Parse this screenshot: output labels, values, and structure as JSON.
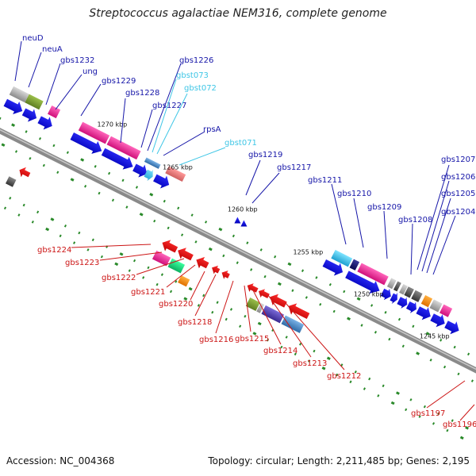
{
  "title": "Streptococcus agalactiae NEM316, complete genome",
  "footer": {
    "accession": "Accession: NC_004368",
    "summary": "Topology: circular; Length: 2,211,485 bp; Genes: 2,195"
  },
  "colors": {
    "forward_label": "#1515a8",
    "rna_label": "#3ec6e6",
    "reverse_label": "#cc1515",
    "backbone": "#8a8a8a",
    "tick": "#2a8a2a"
  },
  "scale_labels": [
    "1270 kbp",
    "1265 kbp",
    "1260 kbp",
    "1255 kbp",
    "1250 kbp",
    "1245 kbp"
  ],
  "forward_genes": [
    {
      "label": "neuD",
      "color": "navy"
    },
    {
      "label": "neuA",
      "color": "navy"
    },
    {
      "label": "gbs1232",
      "color": "navy"
    },
    {
      "label": "ung",
      "color": "navy"
    },
    {
      "label": "gbs1229",
      "color": "navy"
    },
    {
      "label": "gbs1228",
      "color": "navy"
    },
    {
      "label": "gbs1227",
      "color": "navy"
    },
    {
      "label": "gbs1226",
      "color": "navy"
    },
    {
      "label": "gbst073",
      "color": "cyan"
    },
    {
      "label": "gbst072",
      "color": "cyan"
    },
    {
      "label": "rpsA",
      "color": "navy"
    },
    {
      "label": "gbst071",
      "color": "cyan"
    },
    {
      "label": "gbs1219",
      "color": "navy"
    },
    {
      "label": "gbs1217",
      "color": "navy"
    },
    {
      "label": "gbs1211",
      "color": "navy"
    },
    {
      "label": "gbs1210",
      "color": "navy"
    },
    {
      "label": "gbs1209",
      "color": "navy"
    },
    {
      "label": "gbs1208",
      "color": "navy"
    },
    {
      "label": "gbs1207",
      "color": "navy"
    },
    {
      "label": "gbs1206",
      "color": "navy"
    },
    {
      "label": "gbs1205",
      "color": "navy"
    },
    {
      "label": "gbs1204",
      "color": "navy"
    }
  ],
  "reverse_genes": [
    {
      "label": "gbs1224"
    },
    {
      "label": "gbs1223"
    },
    {
      "label": "gbs1222"
    },
    {
      "label": "gbs1221"
    },
    {
      "label": "gbs1220"
    },
    {
      "label": "gbs1218"
    },
    {
      "label": "gbs1216"
    },
    {
      "label": "gbs1215"
    },
    {
      "label": "gbs1214"
    },
    {
      "label": "gbs1213"
    },
    {
      "label": "gbs1212"
    },
    {
      "label": "gbs1197"
    },
    {
      "label": "gbs1196"
    }
  ]
}
